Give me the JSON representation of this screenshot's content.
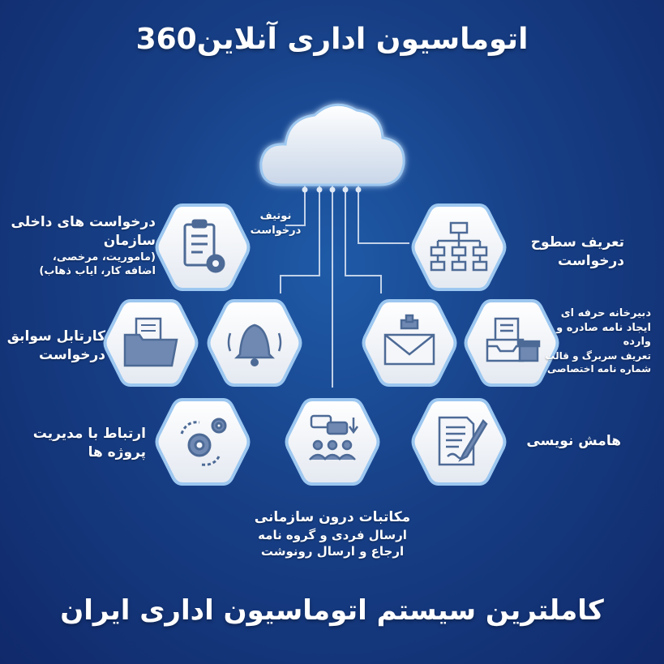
{
  "title": "اتوماسیون اداری آنلاین360",
  "footer": "کاملترین سیستم اتوماسیون اداری ایران",
  "labels": {
    "internal_requests": [
      "درخواست های داخلی",
      "سازمان",
      "(ماموریت، مرخصی،",
      "اضافه کار، ایاب ذهاب)"
    ],
    "notify": [
      "نوتیف",
      "درخواست"
    ],
    "request_levels": [
      "تعریف سطوح",
      "درخواست"
    ],
    "cartable": [
      "کارتابل سوابق",
      "درخواست"
    ],
    "secretariat": [
      "دبیرخانه حرفه ای",
      "ایجاد نامه صادره و",
      "وارده",
      "تعریف سربرگ و قالب",
      "شماره نامه اختصاصی"
    ],
    "project_mgmt": [
      "ارتباط با مدیریت",
      "پروژه ها"
    ],
    "hamesh": [
      "هامش نویسی"
    ],
    "correspondence": [
      "مکاتبات درون سازمانی",
      "ارسال فردی و گروه نامه",
      "ارجاع و ارسال رونوشت"
    ]
  },
  "icons": {
    "cloud": "cloud-icon",
    "clipboard": "clipboard-gear-icon",
    "hierarchy": "hierarchy-icon",
    "folder": "folder-icon",
    "bell": "bell-icon",
    "envelope": "envelope-icon",
    "inbox": "inbox-box-icon",
    "gears": "gears-cycle-icon",
    "chat": "chat-group-icon",
    "pen": "document-pen-icon"
  },
  "colors": {
    "background": "#173f86",
    "hexagon_fill": "#f4f6fa",
    "hexagon_border": "#9cc7f0",
    "icon": "#4d6a96",
    "connector": "#dfe8f5"
  }
}
